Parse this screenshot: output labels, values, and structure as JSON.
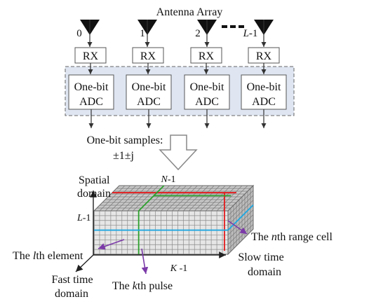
{
  "title": "Antenna Array",
  "antennas": [
    {
      "index": "0",
      "rx": "RX",
      "adc_line1": "One-bit",
      "adc_line2": "ADC"
    },
    {
      "index": "1",
      "rx": "RX",
      "adc_line1": "One-bit",
      "adc_line2": "ADC"
    },
    {
      "index": "2",
      "rx": "RX",
      "adc_line1": "One-bit",
      "adc_line2": "ADC"
    },
    {
      "index_var": "L",
      "index_suffix": "-1",
      "rx": "RX",
      "adc_line1": "One-bit",
      "adc_line2": "ADC"
    }
  ],
  "samples_label_line1": "One-bit samples:",
  "samples_label_line2": "±1±j",
  "cube": {
    "label_N": {
      "var": "N",
      "suffix": "-1"
    },
    "label_L": {
      "var": "L",
      "suffix": "-1"
    },
    "label_K": {
      "var": "K",
      "suffix": " -1"
    },
    "spatial_line1": "Spatial",
    "spatial_line2": "domain",
    "slow_line1": "Slow time",
    "slow_line2": "domain",
    "fast_line1": "Fast time",
    "fast_line2": "domain",
    "range_cell": {
      "pre": "The ",
      "var": "n",
      "post": "th range cell"
    },
    "element": {
      "pre": "The ",
      "var": "l",
      "post": "th element"
    },
    "pulse": {
      "pre": "The ",
      "var": "k",
      "post": "th pulse"
    }
  },
  "colors": {
    "adc_panel": "#dfe6f2",
    "highlight_red": "#e41a1c",
    "highlight_green": "#2ca02c",
    "highlight_cyan": "#1ea7e0",
    "pointer_purple": "#7b3aa8",
    "grid_face": "#cfcfcf"
  }
}
